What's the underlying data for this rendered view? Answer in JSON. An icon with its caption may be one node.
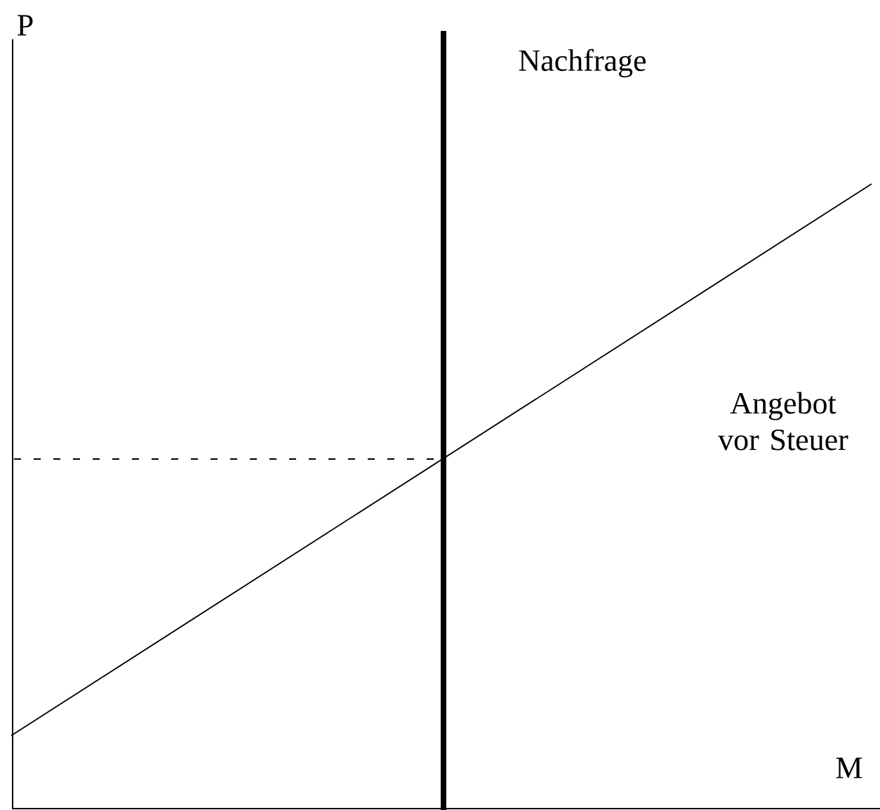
{
  "diagram": {
    "labels": [
      "P",
      "Nachfrage",
      "Angebot vor Steuer",
      "M"
    ]
  }
}
